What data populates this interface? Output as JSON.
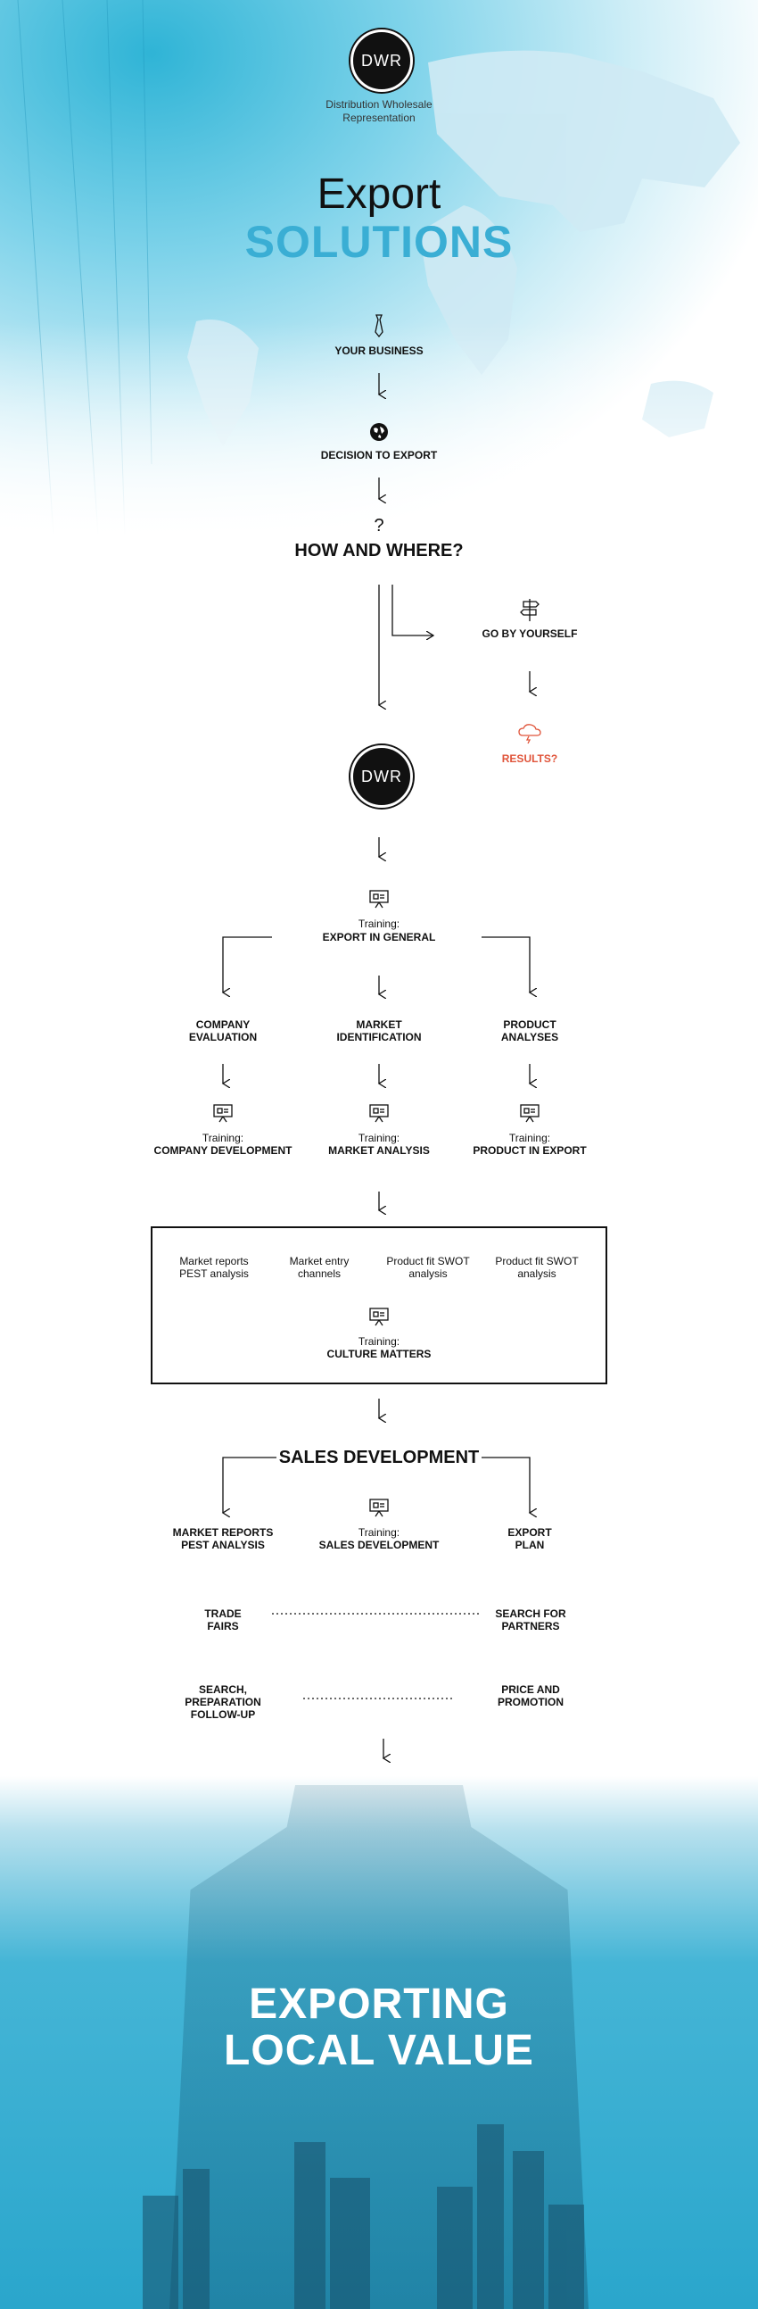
{
  "header": {
    "logo_text": "DWR",
    "tagline_line1": "Distribution Wholesale",
    "tagline_line2": "Representation",
    "title_line1": "Export",
    "title_line2": "SOLUTIONS"
  },
  "steps": {
    "your_business": "YOUR BUSINESS",
    "decision": "DECISION TO EXPORT",
    "question_mark": "?",
    "how_where": "HOW AND WHERE?",
    "go_yourself": "GO BY YOURSELF",
    "results": "RESULTS?",
    "dwr_logo": "DWR"
  },
  "training": {
    "prefix": "Training:",
    "export_general": "EXPORT IN GENERAL",
    "company_dev": "COMPANY DEVELOPMENT",
    "market_analysis": "MARKET ANALYSIS",
    "product_export": "PRODUCT IN EXPORT",
    "culture": "CULTURE MATTERS",
    "sales_dev": "SALES DEVELOPMENT"
  },
  "branches": {
    "company_eval_1": "COMPANY",
    "company_eval_2": "EVALUATION",
    "market_id_1": "MARKET",
    "market_id_2": "IDENTIFICATION",
    "product_an_1": "PRODUCT",
    "product_an_2": "ANALYSES"
  },
  "box_items": [
    {
      "line1": "Market reports",
      "line2": "PEST analysis"
    },
    {
      "line1": "Market entry",
      "line2": "channels"
    },
    {
      "line1": "Product fit SWOT",
      "line2": "analysis"
    },
    {
      "line1": "Product fit SWOT",
      "line2": "analysis"
    }
  ],
  "sales": {
    "heading": "SALES DEVELOPMENT",
    "left_1": "MARKET REPORTS",
    "left_2": "PEST ANALYSIS",
    "right_1": "EXPORT",
    "right_2": "PLAN",
    "trade_1": "TRADE",
    "trade_2": "FAIRS",
    "partners_1": "SEARCH FOR",
    "partners_2": "PARTNERS",
    "search_1": "SEARCH,",
    "search_2": "PREPARATION",
    "search_3": "FOLLOW-UP",
    "price_1": "PRICE AND",
    "price_2": "PROMOTION"
  },
  "footer": {
    "line1": "EXPORTING",
    "line2": "LOCAL VALUE"
  },
  "colors": {
    "accent": "#3aaed4",
    "warning": "#e0543a",
    "ink": "#111111"
  }
}
